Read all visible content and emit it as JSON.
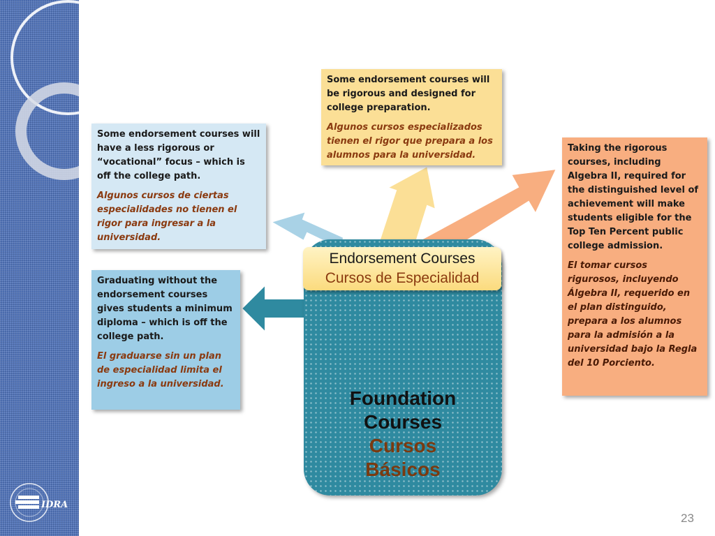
{
  "boxes": {
    "top": {
      "en": "Some endorsement courses will be rigorous and designed for college preparation.",
      "es": "Algunos cursos especializados tienen el rigor que prepara a los alumnos para la universidad."
    },
    "left1": {
      "en": "Some endorsement courses will have a less rigorous or “vocational” focus – which is off the college path.",
      "es": "Algunos cursos de ciertas especialidades no tienen el rigor para ingresar a la universidad."
    },
    "left2": {
      "en": "Graduating without the endorsement courses gives students a minimum diploma – which is off the college path.",
      "es": "El graduarse sin un plan de especialidad limita el ingreso a la universidad."
    },
    "right": {
      "en": "Taking the rigorous courses, including Algebra II, required for the distinguished level of achievement will make students eligible for the Top Ten Percent public college admission.",
      "es": "El tomar cursos rigurosos, incluyendo Álgebra II, requerido en el plan distinguido, prepara a los alumnos para la admisión a la universidad bajo la Regla del 10 Porciento."
    }
  },
  "endorsement": {
    "en": "Endorsement Courses",
    "es": "Cursos de Especialidad"
  },
  "foundation": {
    "en_line1": "Foundation",
    "en_line2": "Courses",
    "es_line1": "Cursos",
    "es_line2": "Básicos"
  },
  "logo": {
    "text": "IDRA"
  },
  "page_number": "23",
  "colors": {
    "sidebar": "#4f72b8",
    "foundation": "#2f8aa0",
    "endorsement": "#fbdb7e",
    "top_box": "#fbdf96",
    "left1_box": "#d5e8f4",
    "left2_box": "#9dcde6",
    "right_box": "#f8ae80",
    "spanish_text": "#8a3a10"
  }
}
